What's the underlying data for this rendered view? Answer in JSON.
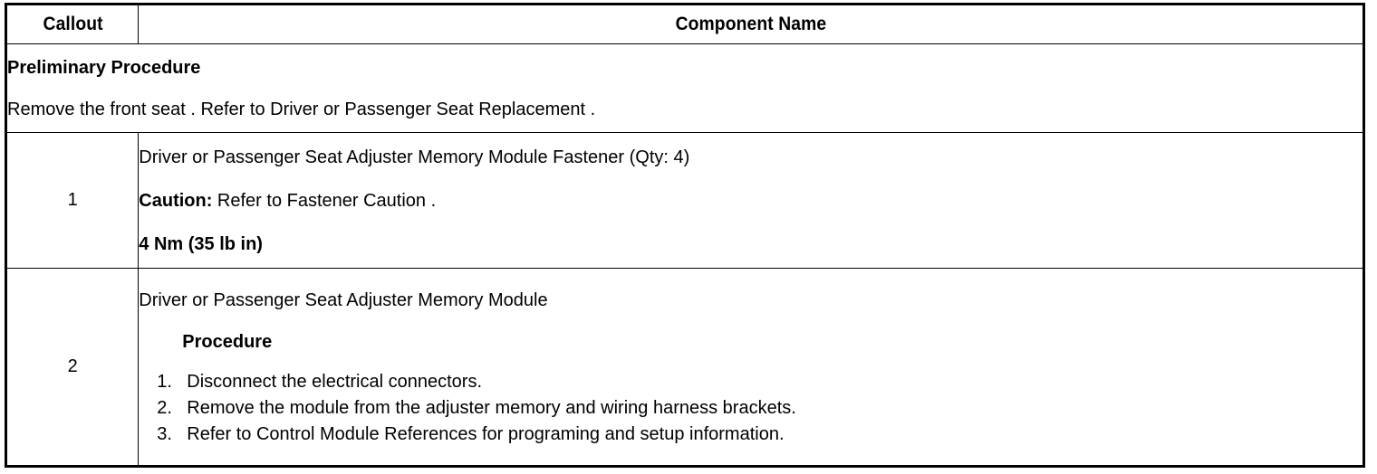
{
  "table": {
    "headers": {
      "callout": "Callout",
      "component_name": "Component Name"
    },
    "preliminary": {
      "title": "Preliminary Procedure",
      "text": "Remove the front seat . Refer to Driver or Passenger Seat Replacement ."
    },
    "rows": [
      {
        "callout": "1",
        "component": "Driver or Passenger Seat Adjuster Memory Module Fastener (Qty: 4)",
        "caution_label": "Caution:",
        "caution_text": " Refer to Fastener Caution .",
        "torque": "4 Nm (35 lb in)"
      },
      {
        "callout": "2",
        "component": "Driver or Passenger Seat Adjuster Memory Module",
        "procedure_heading": "Procedure",
        "steps": [
          {
            "num": "1.",
            "text": "Disconnect the electrical connectors."
          },
          {
            "num": "2.",
            "text": "Remove the module from the adjuster memory and wiring harness brackets."
          },
          {
            "num": "3.",
            "text": "Refer to Control Module References for programing and setup information."
          }
        ]
      }
    ]
  },
  "colors": {
    "border": "#000000",
    "text": "#000000",
    "background": "#ffffff"
  }
}
